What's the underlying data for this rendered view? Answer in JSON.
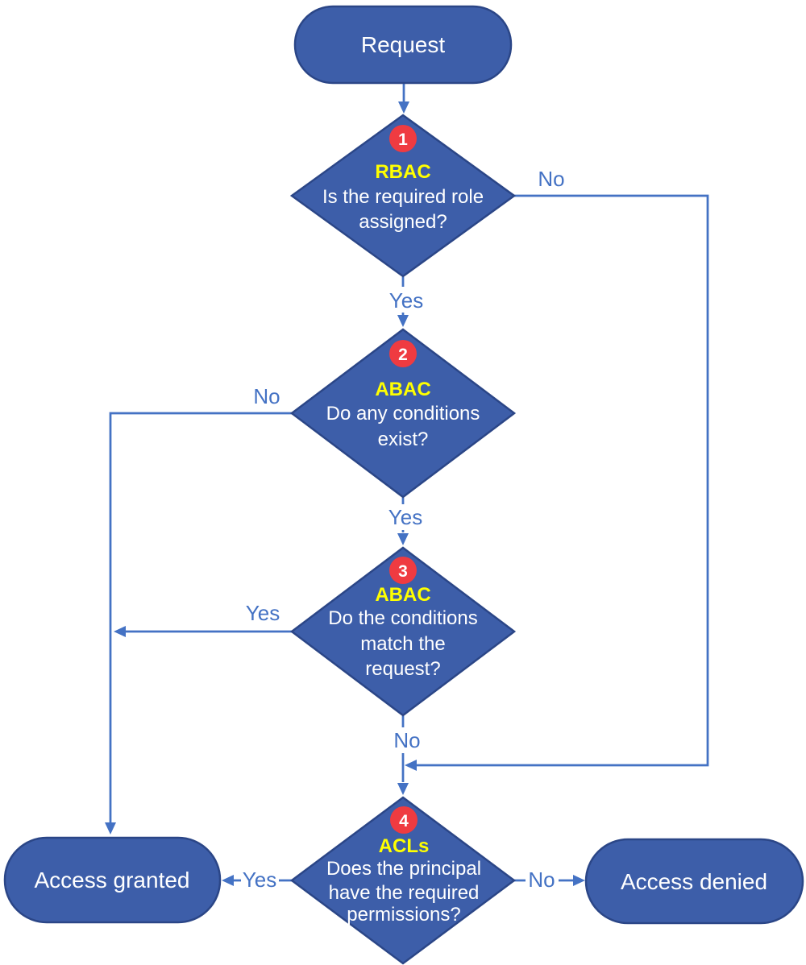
{
  "diagram": {
    "type": "flowchart",
    "background": "#FFFFFF",
    "colors": {
      "node_fill": "#3D5EA9",
      "node_border": "#2B4687",
      "connector": "#4472C4",
      "edge_label_text": "#4472C4",
      "badge_fill": "#EF3B41",
      "badge_text": "#FFFFFF",
      "category_text": "#FFFF00",
      "node_text": "#FFFFFF"
    },
    "nodes": {
      "request": {
        "type": "terminator",
        "label": "Request"
      },
      "decision1": {
        "type": "decision",
        "badge": "1",
        "category": "RBAC",
        "lines": [
          "Is the required role",
          "assigned?"
        ]
      },
      "decision2": {
        "type": "decision",
        "badge": "2",
        "category": "ABAC",
        "lines": [
          "Do any conditions",
          "exist?"
        ]
      },
      "decision3": {
        "type": "decision",
        "badge": "3",
        "category": "ABAC",
        "lines": [
          "Do the conditions",
          "match the",
          "request?"
        ]
      },
      "decision4": {
        "type": "decision",
        "badge": "4",
        "category": "ACLs",
        "lines": [
          "Does the principal",
          "have the required",
          "permissions?"
        ]
      },
      "granted": {
        "type": "terminator",
        "label": "Access granted"
      },
      "denied": {
        "type": "terminator",
        "label": "Access denied"
      }
    },
    "edges": [
      {
        "from": "request",
        "to": "decision1",
        "label": ""
      },
      {
        "from": "decision1",
        "to": "decision2",
        "label": "Yes"
      },
      {
        "from": "decision1",
        "to": "decision4",
        "label": "No"
      },
      {
        "from": "decision2",
        "to": "decision3",
        "label": "Yes"
      },
      {
        "from": "decision2",
        "to": "granted",
        "label": "No"
      },
      {
        "from": "decision3",
        "to": "granted",
        "label": "Yes"
      },
      {
        "from": "decision3",
        "to": "decision4",
        "label": "No"
      },
      {
        "from": "decision4",
        "to": "granted",
        "label": "Yes"
      },
      {
        "from": "decision4",
        "to": "denied",
        "label": "No"
      }
    ]
  }
}
